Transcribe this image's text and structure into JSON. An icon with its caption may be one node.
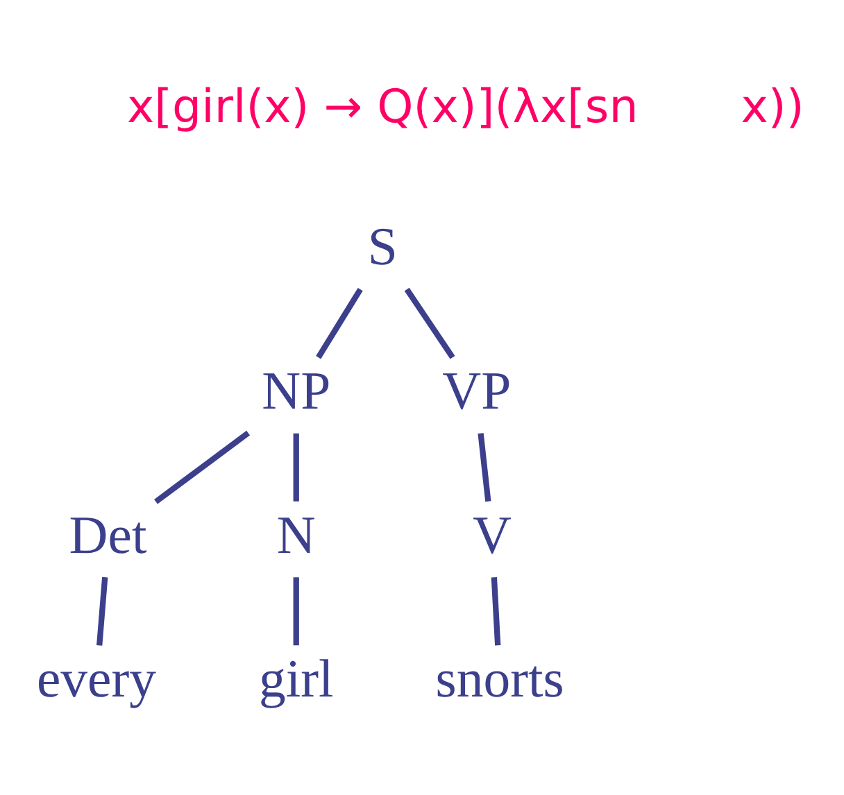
{
  "diagram": {
    "nodes": [
      {
        "text": [
          "S"
        ]
      },
      {
        "text": [
          "NP"
        ]
      },
      {
        "text": [
          "VP"
        ]
      },
      {
        "text": [
          "Det"
        ]
      },
      {
        "text": [
          "N"
        ]
      },
      {
        "text": [
          "V"
        ]
      },
      {
        "text": [
          "every"
        ]
      },
      {
        "text": [
          "girl"
        ]
      },
      {
        "text": [
          "snorts"
        ]
      }
    ],
    "edges": [
      {
        "from": 0,
        "to": 1,
        "arrow": "none"
      },
      {
        "from": 0,
        "to": 2,
        "arrow": "none"
      },
      {
        "from": 1,
        "to": 3,
        "arrow": "none"
      },
      {
        "from": 1,
        "to": 4,
        "arrow": "none"
      },
      {
        "from": 2,
        "to": 5,
        "arrow": "none"
      },
      {
        "from": 3,
        "to": 6,
        "arrow": "none"
      },
      {
        "from": 4,
        "to": 7,
        "arrow": "none"
      },
      {
        "from": 5,
        "to": 8,
        "arrow": "none"
      }
    ],
    "labels": [
      "x[girl(x) → Q(x)](λx[sn",
      "x))"
    ]
  }
}
